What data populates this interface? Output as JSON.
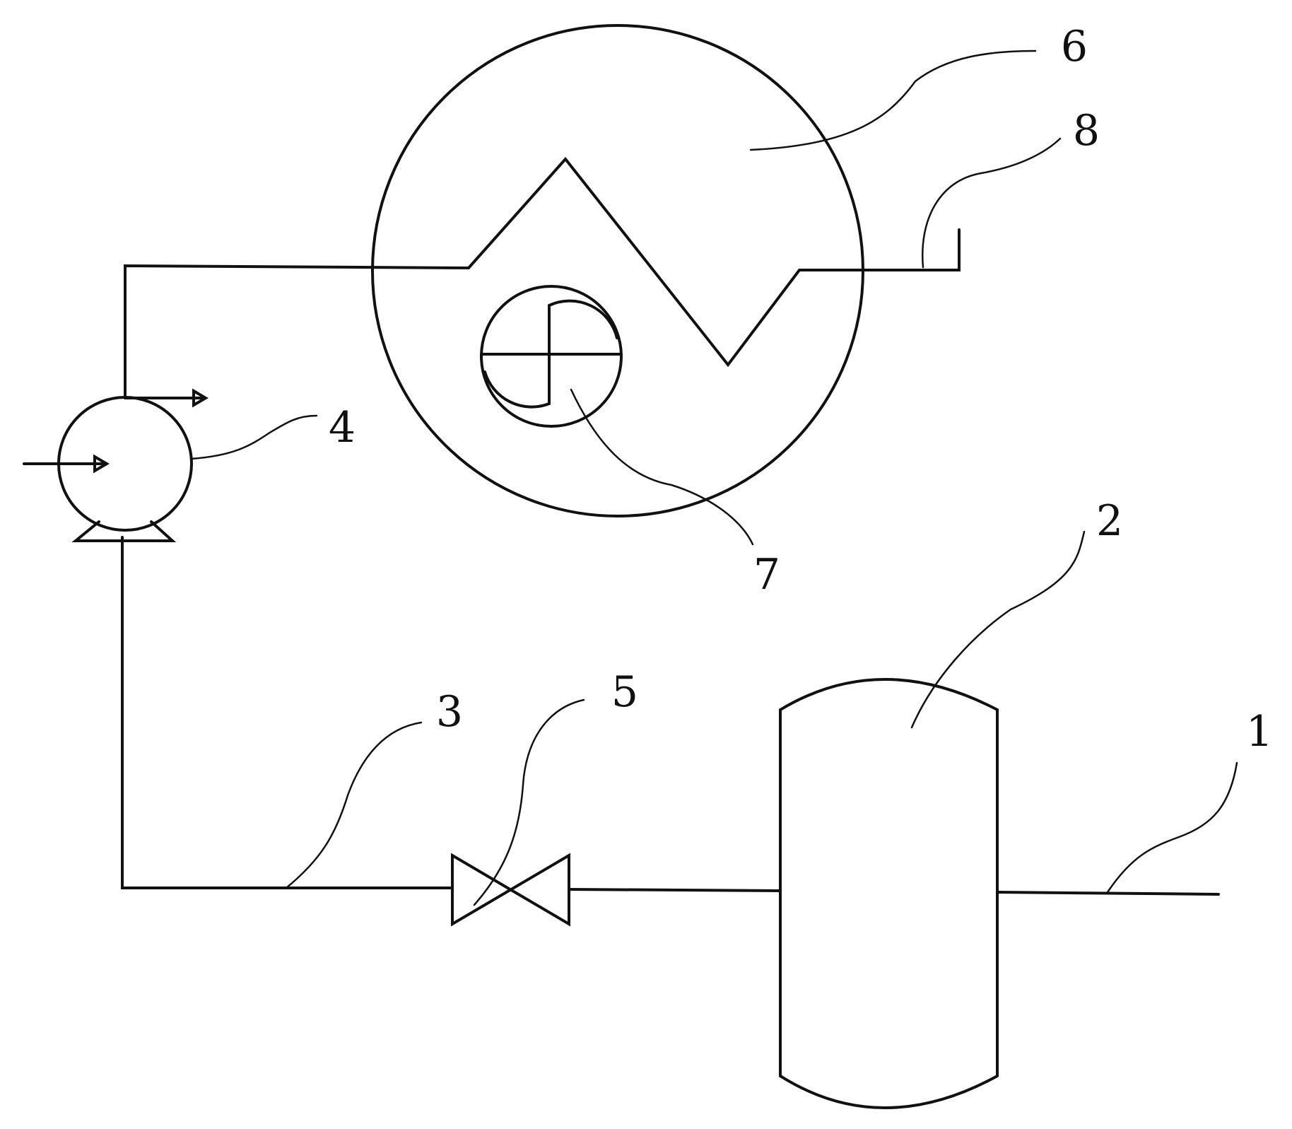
{
  "colors": {
    "stroke": "#111111",
    "text": "#111111",
    "background": "#ffffff"
  },
  "labels": {
    "l1": "1",
    "l2": "2",
    "l3": "3",
    "l4": "4",
    "l5": "5",
    "l6": "6",
    "l7": "7",
    "l8": "8"
  }
}
